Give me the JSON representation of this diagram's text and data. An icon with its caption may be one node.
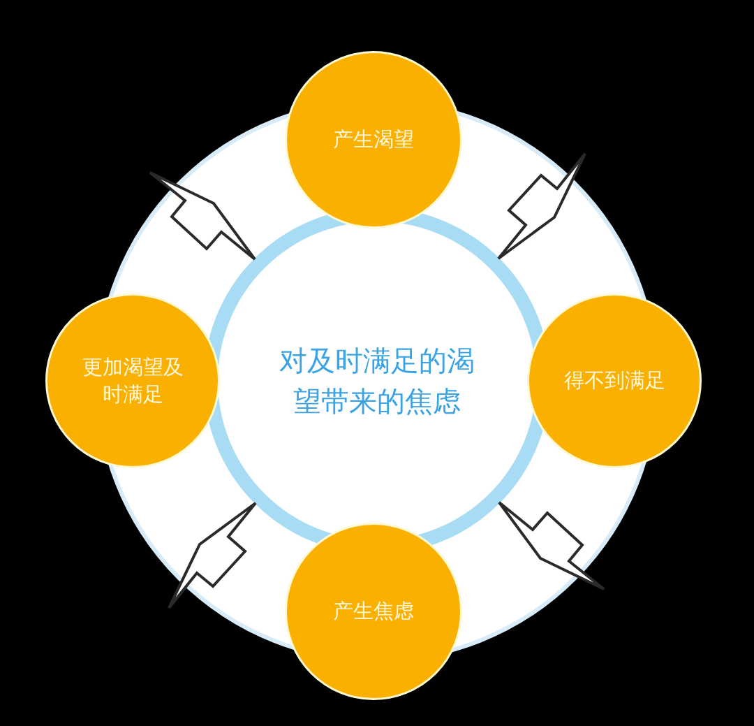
{
  "diagram": {
    "nodes": [
      {
        "text": [
          "产生渴望"
        ]
      },
      {
        "text": [
          "更加渴望及时满足"
        ]
      },
      {
        "text": [
          "对及时满足的渴望带来的焦虑"
        ]
      },
      {
        "text": [
          "得不到满足"
        ]
      },
      {
        "text": [
          "产生焦虑"
        ]
      }
    ]
  }
}
